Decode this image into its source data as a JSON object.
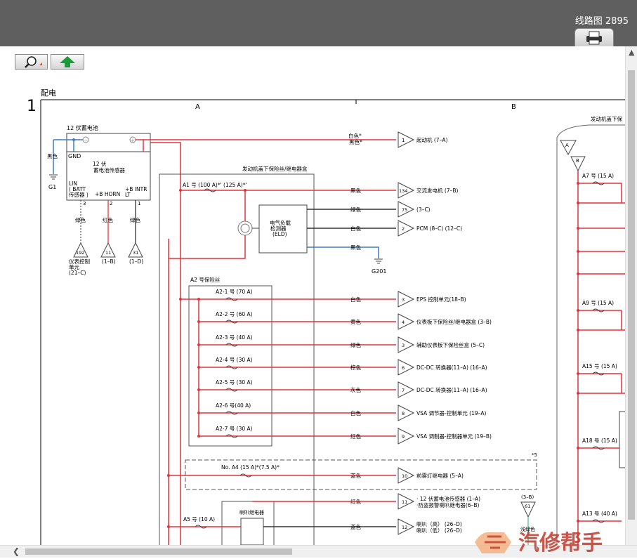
{
  "window": {
    "title": "线路图 2895"
  },
  "toolbar": {
    "zoom_icon": "magnifier-icon",
    "up_icon": "up-arrow-icon",
    "print_icon": "printer-icon"
  },
  "colors": {
    "titlebar": "#5f5f5f",
    "wire_red": "#e8303a",
    "wire_black": "#333333",
    "wire_blue": "#3a7ac0",
    "up_arrow": "#1a9a3a"
  },
  "diagram": {
    "section_label": "配电",
    "page_number": "1",
    "zone_a": "A",
    "zone_b": "B",
    "battery": {
      "title": "12 伏蓄电池",
      "minus": "⊖",
      "plus": "⊕"
    },
    "ground": {
      "wire": "黑色",
      "name": "G1"
    },
    "sensor": {
      "title_line1": "12 伏",
      "title_line2": "蓄电池传感器",
      "gnd": "GND",
      "pins_a": "LIN",
      "pins_b": "( BATT",
      "pins_c": "传感器 )",
      "pin_horn": "+B HORN",
      "pin_intr_1": "+B INTR",
      "pin_intr_2": "LT",
      "pin_nums": [
        "3",
        "2",
        "1"
      ],
      "wires": [
        "绿色",
        "红色",
        "绿色"
      ],
      "connectors": [
        {
          "num": "192",
          "label_1": "仪表控制",
          "label_2": "单元",
          "label_3": "(21–C)"
        },
        {
          "num": "11",
          "label_1": "(1–B)"
        },
        {
          "num": "31",
          "label_1": "(1–D)"
        }
      ]
    },
    "starter": {
      "wire_1": "白色*",
      "wire_2": "黑色*",
      "num": "1",
      "label": "起动机 (7–A)"
    },
    "underhood_box": {
      "title": "发动机盖下保险丝/继电器盒",
      "a1": "A1 号 (100 A)*' (125 A)*'",
      "eld_1": "电气负载",
      "eld_2": "检测器",
      "eld_3": "(ELD)",
      "g201": "G201",
      "a2_title": "A2 号保险丝",
      "a2_fuses": [
        "A2-1 号 (70 A)",
        "A2-2 号 (60 A)",
        "A2-3 号 (40 A)",
        "A2-4 号 (30 A)",
        "A2-5 号 (30 A)",
        "A2-6 号(40 A)",
        "A2-7 号 (30 A)"
      ],
      "a4": "No. A4 (15 A)*(7.5 A)*",
      "a4_note": "*5",
      "a5": "A5 号 (10 A)",
      "horn_relay": "喇叭继电器"
    },
    "outputs": [
      {
        "wire": "黑色",
        "num": "134",
        "label": "交流发电机 (7–B)"
      },
      {
        "wire": "绿色",
        "num": "75",
        "label": "(3–C)"
      },
      {
        "wire": "白色",
        "num": "2",
        "label": "PCM (8–C) (12–C)"
      },
      {
        "wire": "黑色",
        "num": "",
        "label": ""
      },
      {
        "wire": "白色",
        "num": "3",
        "label": "EPS 控制单元(18–B)"
      },
      {
        "wire": "黄色",
        "num": "4",
        "label": "仪表板下保险丝/继电器盒 (3–B)"
      },
      {
        "wire": "绿色",
        "num": "3",
        "label": "辅助仪表板下保险丝盒 (5–C)"
      },
      {
        "wire": "棕色",
        "num": "6",
        "label": "DC-DC 转换器(11–A) (16–A)"
      },
      {
        "wire": "灰色",
        "num": "7",
        "label": "DC-DC 转换器(11–A) (16–A)"
      },
      {
        "wire": "白色",
        "num": "8",
        "label": "VSA 调节器-控制单元 (19–A)"
      },
      {
        "wire": "红色",
        "num": "9",
        "label": "VSA 调制器-控制器单元 (19–B)"
      },
      {
        "wire": "蓝色",
        "num": "10",
        "label": "前雾灯继电器 (5–A)"
      },
      {
        "wire": "红色",
        "num": "11",
        "label": "· 12 伏蓄电池传感器 (1–A)",
        "label_2": "·防盗报警喇叭继电器(6–B)"
      },
      {
        "wire": "蓝色",
        "num": "12",
        "label": "喇叭（高） (26–D)",
        "label_2": "喇叭（低） (26–D)"
      }
    ],
    "conn61": {
      "ref": "(3–B)",
      "num": "61",
      "wire": "浅绿色"
    },
    "right_box": {
      "title": "发动机盖下保",
      "node_a": "A",
      "node_b": "B",
      "fuses": [
        "A7 号 (15 A)",
        "A9 号 (15 A)",
        "A15 号 (15 A)",
        "A18 号 (15 A)",
        "A13 号 (40 A)"
      ]
    }
  },
  "watermark": "汽修帮手"
}
